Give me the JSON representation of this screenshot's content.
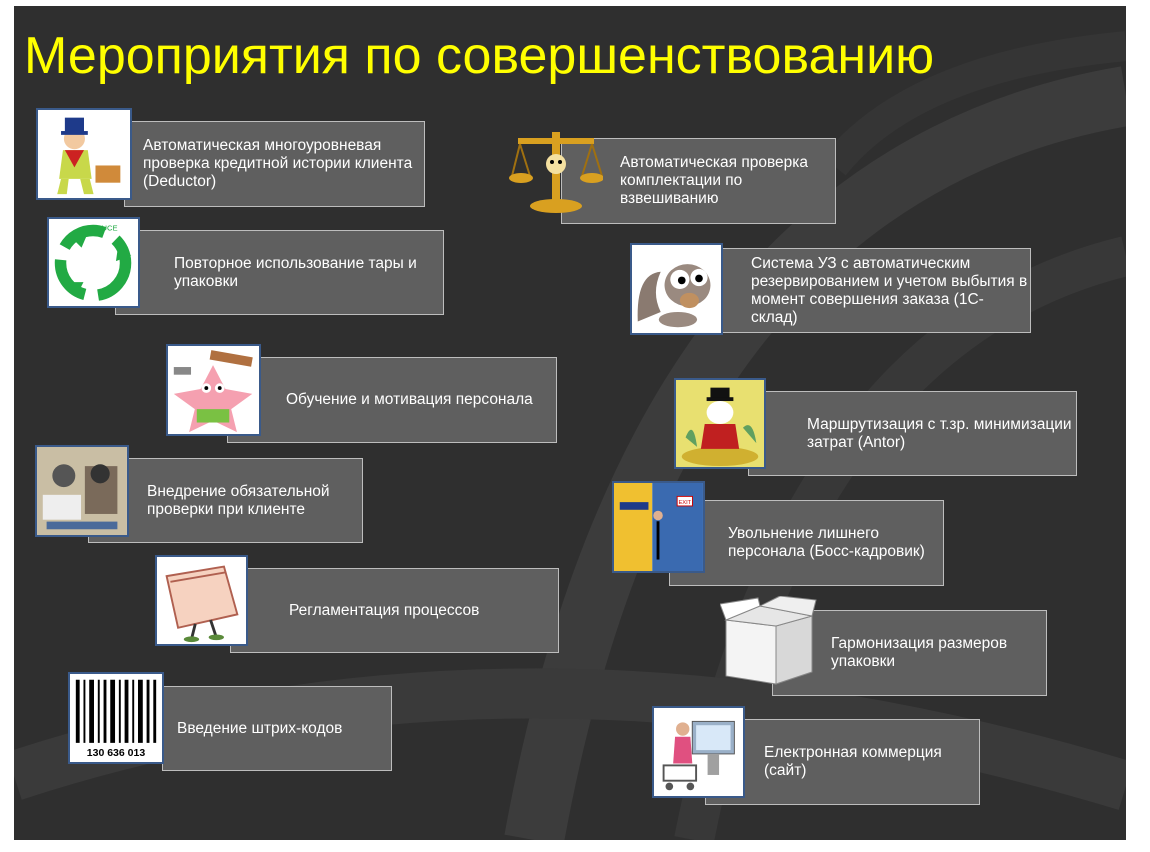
{
  "title": "Мероприятия по совершенствованию",
  "items": [
    {
      "label": "Автоматическая многоуровневая проверка кредитной истории клиента (Deductor)",
      "icon": "uncle-sam-cartoon-icon"
    },
    {
      "label": "Повторное использование тары и упаковки",
      "icon": "recycle-icon"
    },
    {
      "label": "Обучение и мотивация персонала",
      "icon": "patrick-star-icon"
    },
    {
      "label": "Внедрение обязательной проверки при клиенте",
      "icon": "inspection-cartoon-icon"
    },
    {
      "label": "Регламентация процессов",
      "icon": "folder-character-icon"
    },
    {
      "label": "Введение штрих-кодов",
      "icon": "barcode-icon"
    },
    {
      "label": "Автоматическая проверка комплектации по взвешиванию",
      "icon": "scales-icon"
    },
    {
      "label": "Система УЗ с автоматическим резервированием и учетом выбытия в момент совершения заказа (1С-склад)",
      "icon": "squirrel-icon"
    },
    {
      "label": "Маршрутизация с т.зр. минимизации затрат (Antor)",
      "icon": "scrooge-money-icon"
    },
    {
      "label": "Увольнение лишнего персонала (Босс-кадровик)",
      "icon": "exit-door-icon"
    },
    {
      "label": "Гармонизация размеров упаковки",
      "icon": "box-icon"
    },
    {
      "label": "Електронная коммерция (сайт)",
      "icon": "online-shopping-icon"
    }
  ]
}
